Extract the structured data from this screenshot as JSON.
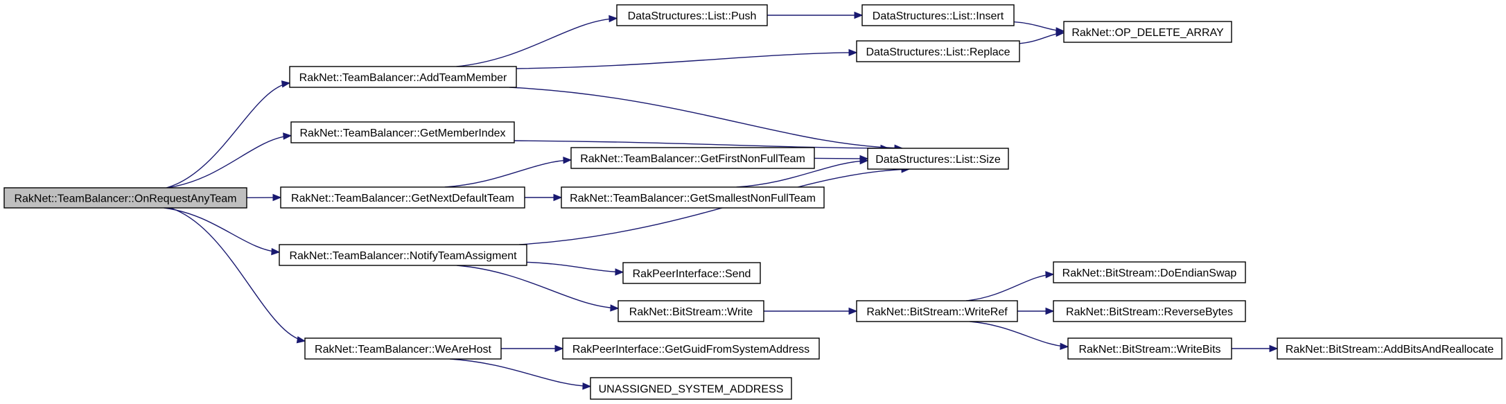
{
  "diagram": {
    "type": "call-graph",
    "colors": {
      "edge": "#191970",
      "root_fill": "#bfbfbf",
      "node_fill": "#ffffff",
      "border": "#000000"
    },
    "nodes": [
      {
        "id": "onrequest",
        "label": "RakNet::TeamBalancer::OnRequestAnyTeam",
        "root": true
      },
      {
        "id": "addteammember",
        "label": "RakNet::TeamBalancer::AddTeamMember"
      },
      {
        "id": "getmemberindex",
        "label": "RakNet::TeamBalancer::GetMemberIndex"
      },
      {
        "id": "getnextdefault",
        "label": "RakNet::TeamBalancer::GetNextDefaultTeam"
      },
      {
        "id": "notifyteam",
        "label": "RakNet::TeamBalancer::NotifyTeamAssigment"
      },
      {
        "id": "wearehost",
        "label": "RakNet::TeamBalancer::WeAreHost"
      },
      {
        "id": "listpush",
        "label": "DataStructures::List::Push"
      },
      {
        "id": "listinsert",
        "label": "DataStructures::List::Insert"
      },
      {
        "id": "opdelete",
        "label": "RakNet::OP_DELETE_ARRAY"
      },
      {
        "id": "listreplace",
        "label": "DataStructures::List::Replace"
      },
      {
        "id": "listsize",
        "label": "DataStructures::List::Size"
      },
      {
        "id": "getfirstnonfull",
        "label": "RakNet::TeamBalancer::GetFirstNonFullTeam"
      },
      {
        "id": "getsmallestnonfull",
        "label": "RakNet::TeamBalancer::GetSmallestNonFullTeam"
      },
      {
        "id": "send",
        "label": "RakPeerInterface::Send"
      },
      {
        "id": "bswrite",
        "label": "RakNet::BitStream::Write"
      },
      {
        "id": "bswriteref",
        "label": "RakNet::BitStream::WriteRef"
      },
      {
        "id": "doendianswap",
        "label": "RakNet::BitStream::DoEndianSwap"
      },
      {
        "id": "reversebytes",
        "label": "RakNet::BitStream::ReverseBytes"
      },
      {
        "id": "writebits",
        "label": "RakNet::BitStream::WriteBits"
      },
      {
        "id": "addbits",
        "label": "RakNet::BitStream::AddBitsAndReallocate"
      },
      {
        "id": "getguid",
        "label": "RakPeerInterface::GetGuidFromSystemAddress"
      },
      {
        "id": "unassigned",
        "label": "UNASSIGNED_SYSTEM_ADDRESS"
      }
    ],
    "edges": [
      {
        "from": "onrequest",
        "to": "addteammember"
      },
      {
        "from": "onrequest",
        "to": "getmemberindex"
      },
      {
        "from": "onrequest",
        "to": "getnextdefault"
      },
      {
        "from": "onrequest",
        "to": "notifyteam"
      },
      {
        "from": "onrequest",
        "to": "wearehost"
      },
      {
        "from": "addteammember",
        "to": "listpush"
      },
      {
        "from": "addteammember",
        "to": "listreplace"
      },
      {
        "from": "addteammember",
        "to": "listsize"
      },
      {
        "from": "listpush",
        "to": "listinsert"
      },
      {
        "from": "listinsert",
        "to": "opdelete"
      },
      {
        "from": "listreplace",
        "to": "opdelete"
      },
      {
        "from": "getmemberindex",
        "to": "listsize"
      },
      {
        "from": "getnextdefault",
        "to": "getfirstnonfull"
      },
      {
        "from": "getnextdefault",
        "to": "getsmallestnonfull"
      },
      {
        "from": "getfirstnonfull",
        "to": "listsize"
      },
      {
        "from": "getsmallestnonfull",
        "to": "listsize"
      },
      {
        "from": "notifyteam",
        "to": "listsize"
      },
      {
        "from": "notifyteam",
        "to": "send"
      },
      {
        "from": "notifyteam",
        "to": "bswrite"
      },
      {
        "from": "bswrite",
        "to": "bswriteref"
      },
      {
        "from": "bswriteref",
        "to": "doendianswap"
      },
      {
        "from": "bswriteref",
        "to": "reversebytes"
      },
      {
        "from": "bswriteref",
        "to": "writebits"
      },
      {
        "from": "writebits",
        "to": "addbits"
      },
      {
        "from": "wearehost",
        "to": "getguid"
      },
      {
        "from": "wearehost",
        "to": "unassigned"
      }
    ]
  }
}
